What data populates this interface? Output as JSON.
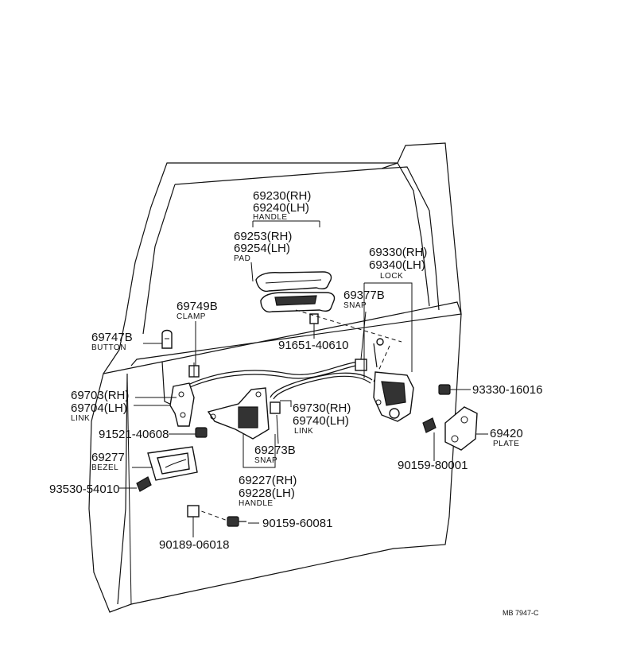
{
  "labels": {
    "handle_outer_rh": "69230(RH)",
    "handle_outer_lh": "69240(LH)",
    "handle_outer_name": "HANDLE",
    "pad_rh": "69253(RH)",
    "pad_lh": "69254(LH)",
    "pad_name": "PAD",
    "lock_rh": "69330(RH)",
    "lock_lh": "69340(LH)",
    "lock_name": "LOCK",
    "snap_a": "69377B",
    "snap_a_name": "SNAP",
    "clamp": "69749B",
    "clamp_name": "CLAMP",
    "button": "69747B",
    "button_name": "BUTTON",
    "bolt_a": "91651-40610",
    "screw_a": "93330-16016",
    "link_a_rh": "69703(RH)",
    "link_a_lh": "69704(LH)",
    "link_a_name": "LINK",
    "link_b_rh": "69730(RH)",
    "link_b_lh": "69740(LH)",
    "link_b_name": "LINK",
    "plate": "69420",
    "plate_name": "PLATE",
    "bolt_b": "91521-40608",
    "snap_b": "69273B",
    "snap_b_name": "SNAP",
    "bezel": "69277",
    "bezel_name": "BEZEL",
    "screw_b": "90159-80001",
    "handle_inner_rh": "69227(RH)",
    "handle_inner_lh": "69228(LH)",
    "handle_inner_name": "HANDLE",
    "screw_c": "93530-54010",
    "screw_d": "90159-60081",
    "clip": "90189-06018",
    "ref": "MB 7947-C"
  }
}
